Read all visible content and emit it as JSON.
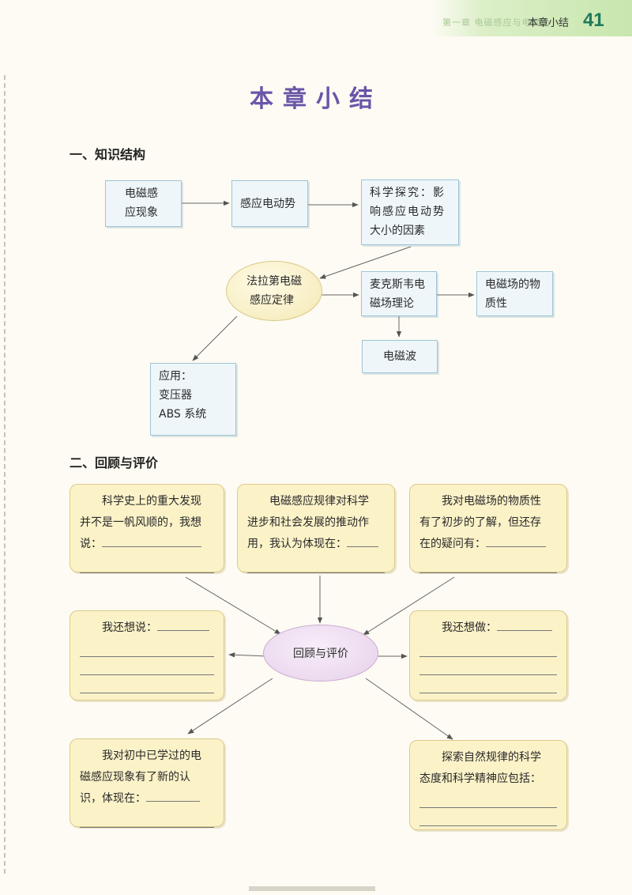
{
  "header": {
    "faint_text": "第一章 电磁感应与电磁场",
    "section_name": "本章小结",
    "page_number": "41"
  },
  "chapter_title": "本章小结",
  "section1": {
    "heading": "一、知识结构",
    "nodes": {
      "em_induction": [
        "电磁感",
        "应现象"
      ],
      "induced_emf": [
        "感应电动势"
      ],
      "inquiry": [
        "科学探究：影",
        "响感应电动势",
        "大小的因素"
      ],
      "faraday": [
        "法拉第电磁",
        "感应定律"
      ],
      "maxwell": [
        "麦克斯韦电",
        "磁场理论"
      ],
      "material": [
        "电磁场的物",
        "质性"
      ],
      "em_wave": [
        "电磁波"
      ],
      "applications": [
        "应用：",
        "变压器",
        "ABS 系统"
      ]
    }
  },
  "section2": {
    "heading": "二、回顾与评价",
    "center": "回顾与评价",
    "cards": {
      "top_left": [
        "科学史上的重大发现",
        "并不是一帆风顺的，我想",
        "说："
      ],
      "top_mid": [
        "电磁感应规律对科学",
        "进步和社会发展的推动作",
        "用，我认为体现在："
      ],
      "top_right": [
        "我对电磁场的物质性",
        "有了初步的了解，但还存",
        "在的疑问有："
      ],
      "mid_left": [
        "我还想说："
      ],
      "mid_right": [
        "我还想做："
      ],
      "bot_left": [
        "我对初中已学过的电",
        "磁感应现象有了新的认",
        "识，体现在："
      ],
      "bot_right": [
        "探索自然规律的科学",
        "态度和科学精神应包括："
      ]
    }
  },
  "colors": {
    "title": "#6a55a8",
    "box_border": "#9ec4d6",
    "card_fill": "#fbf2c8",
    "center_fill": "#ecd9ef",
    "header_band": "#c8e6ad"
  }
}
